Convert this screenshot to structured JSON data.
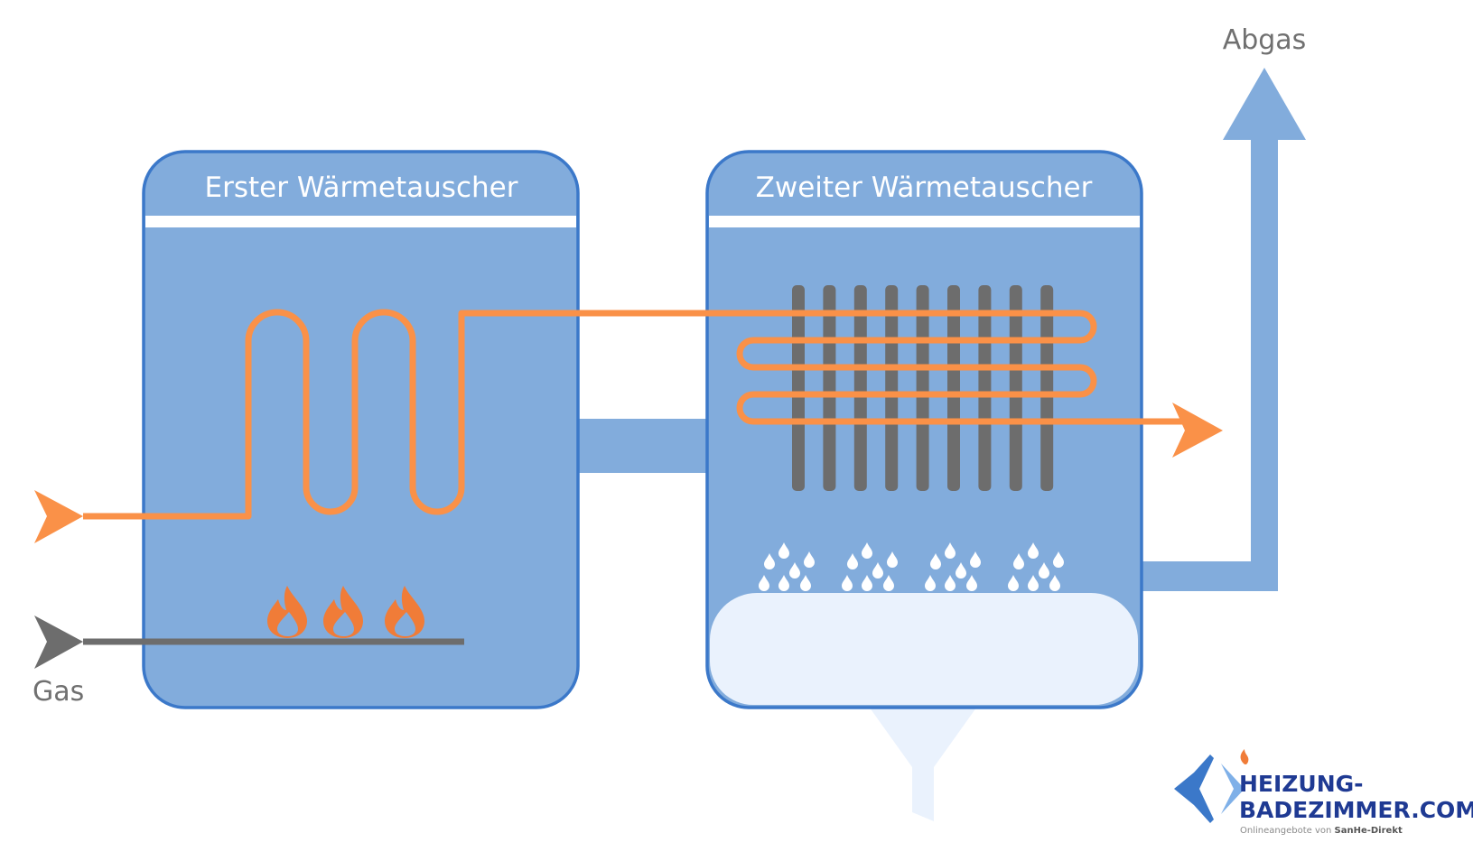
{
  "labels": {
    "first_exchanger": "Erster Wärmetauscher",
    "second_exchanger": "Zweiter Wärmetauscher",
    "gas": "Gas",
    "exhaust": "Abgas"
  },
  "logo": {
    "line1": "HEIZUNG-",
    "line2": "BADEZIMMER.COM",
    "tagline": "Onlineangebote von ",
    "tagline_brand": "SanHe-Direkt"
  },
  "colors": {
    "box_fill": "#82acdc",
    "box_border": "#3b78c9",
    "water_pipe": "#fa9148",
    "gas_pipe": "#6d6d6d",
    "condensate": "#eaf2fd",
    "flame": "#f07c38"
  }
}
